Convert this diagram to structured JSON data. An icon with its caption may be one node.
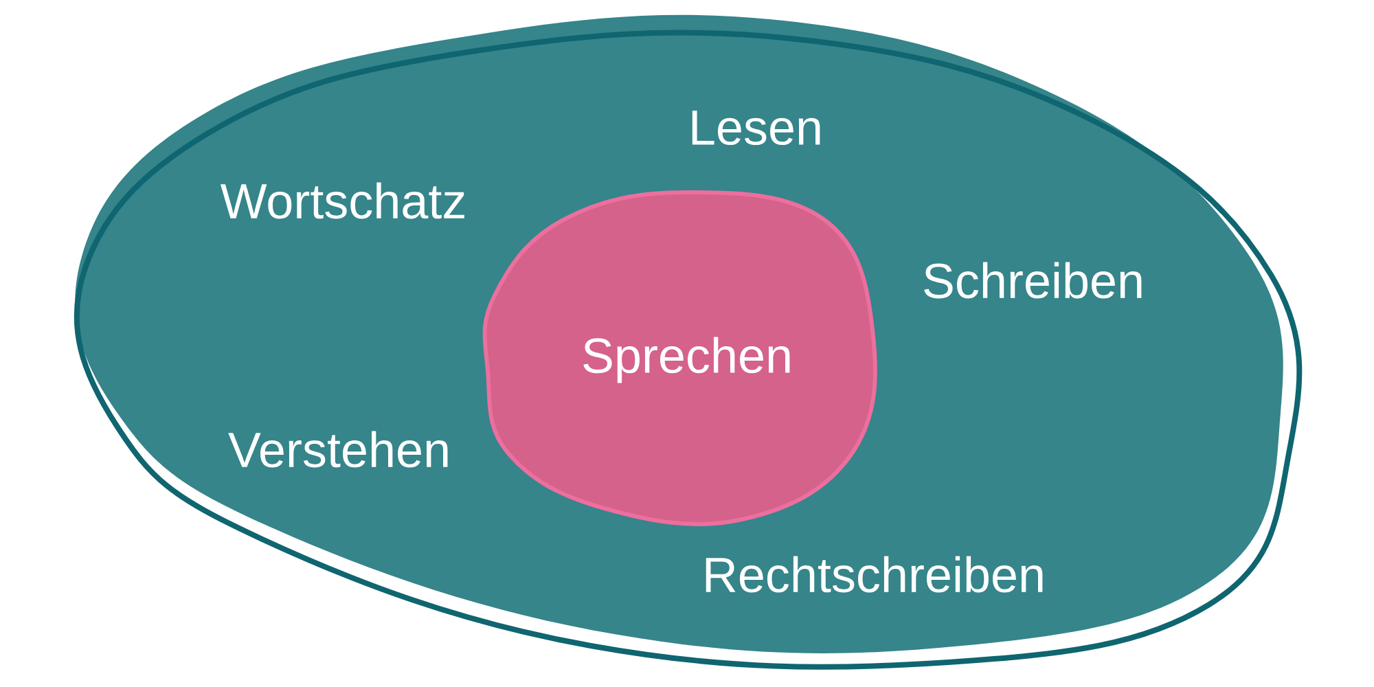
{
  "diagram": {
    "nodes": [
      {
        "text": [
          "Lesen",
          "Wortschatz",
          "Schreiben",
          "Verstehen",
          "Rechtschreiben"
        ]
      },
      {
        "text": [
          "Sprechen"
        ],
        "in": 0
      }
    ]
  }
}
